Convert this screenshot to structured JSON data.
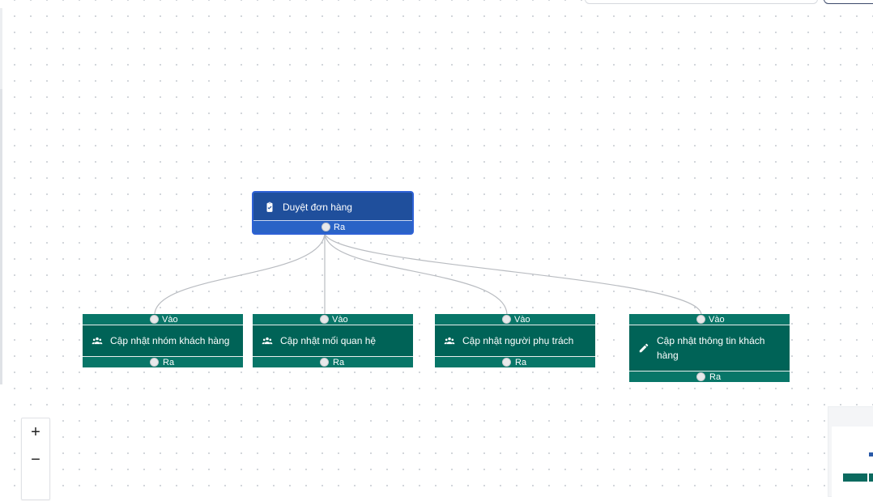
{
  "canvas": {
    "background": "#ffffff",
    "dot_color": "#cfd3d8"
  },
  "colors": {
    "trigger": "#1f4f9c",
    "trigger_border": "#2f62d6",
    "action": "#006357",
    "edge": "#b9bcc1"
  },
  "trigger_node": {
    "title": "Duyệt đơn hàng",
    "icon": "clipboard-check-icon",
    "output_label": "Ra"
  },
  "action_nodes": [
    {
      "title": "Cập nhật nhóm khách hàng",
      "icon": "group-icon",
      "input_label": "Vào",
      "output_label": "Ra"
    },
    {
      "title": "Cập nhật mối quan hệ",
      "icon": "group-icon",
      "input_label": "Vào",
      "output_label": "Ra"
    },
    {
      "title": "Cập nhật người phụ trách",
      "icon": "group-icon",
      "input_label": "Vào",
      "output_label": "Ra"
    },
    {
      "title": "Cập nhật thông tin khách hàng",
      "icon": "edit-pencil-icon",
      "input_label": "Vào",
      "output_label": "Ra"
    }
  ],
  "zoom_controls": {
    "zoom_in": "+",
    "zoom_out": "−"
  }
}
